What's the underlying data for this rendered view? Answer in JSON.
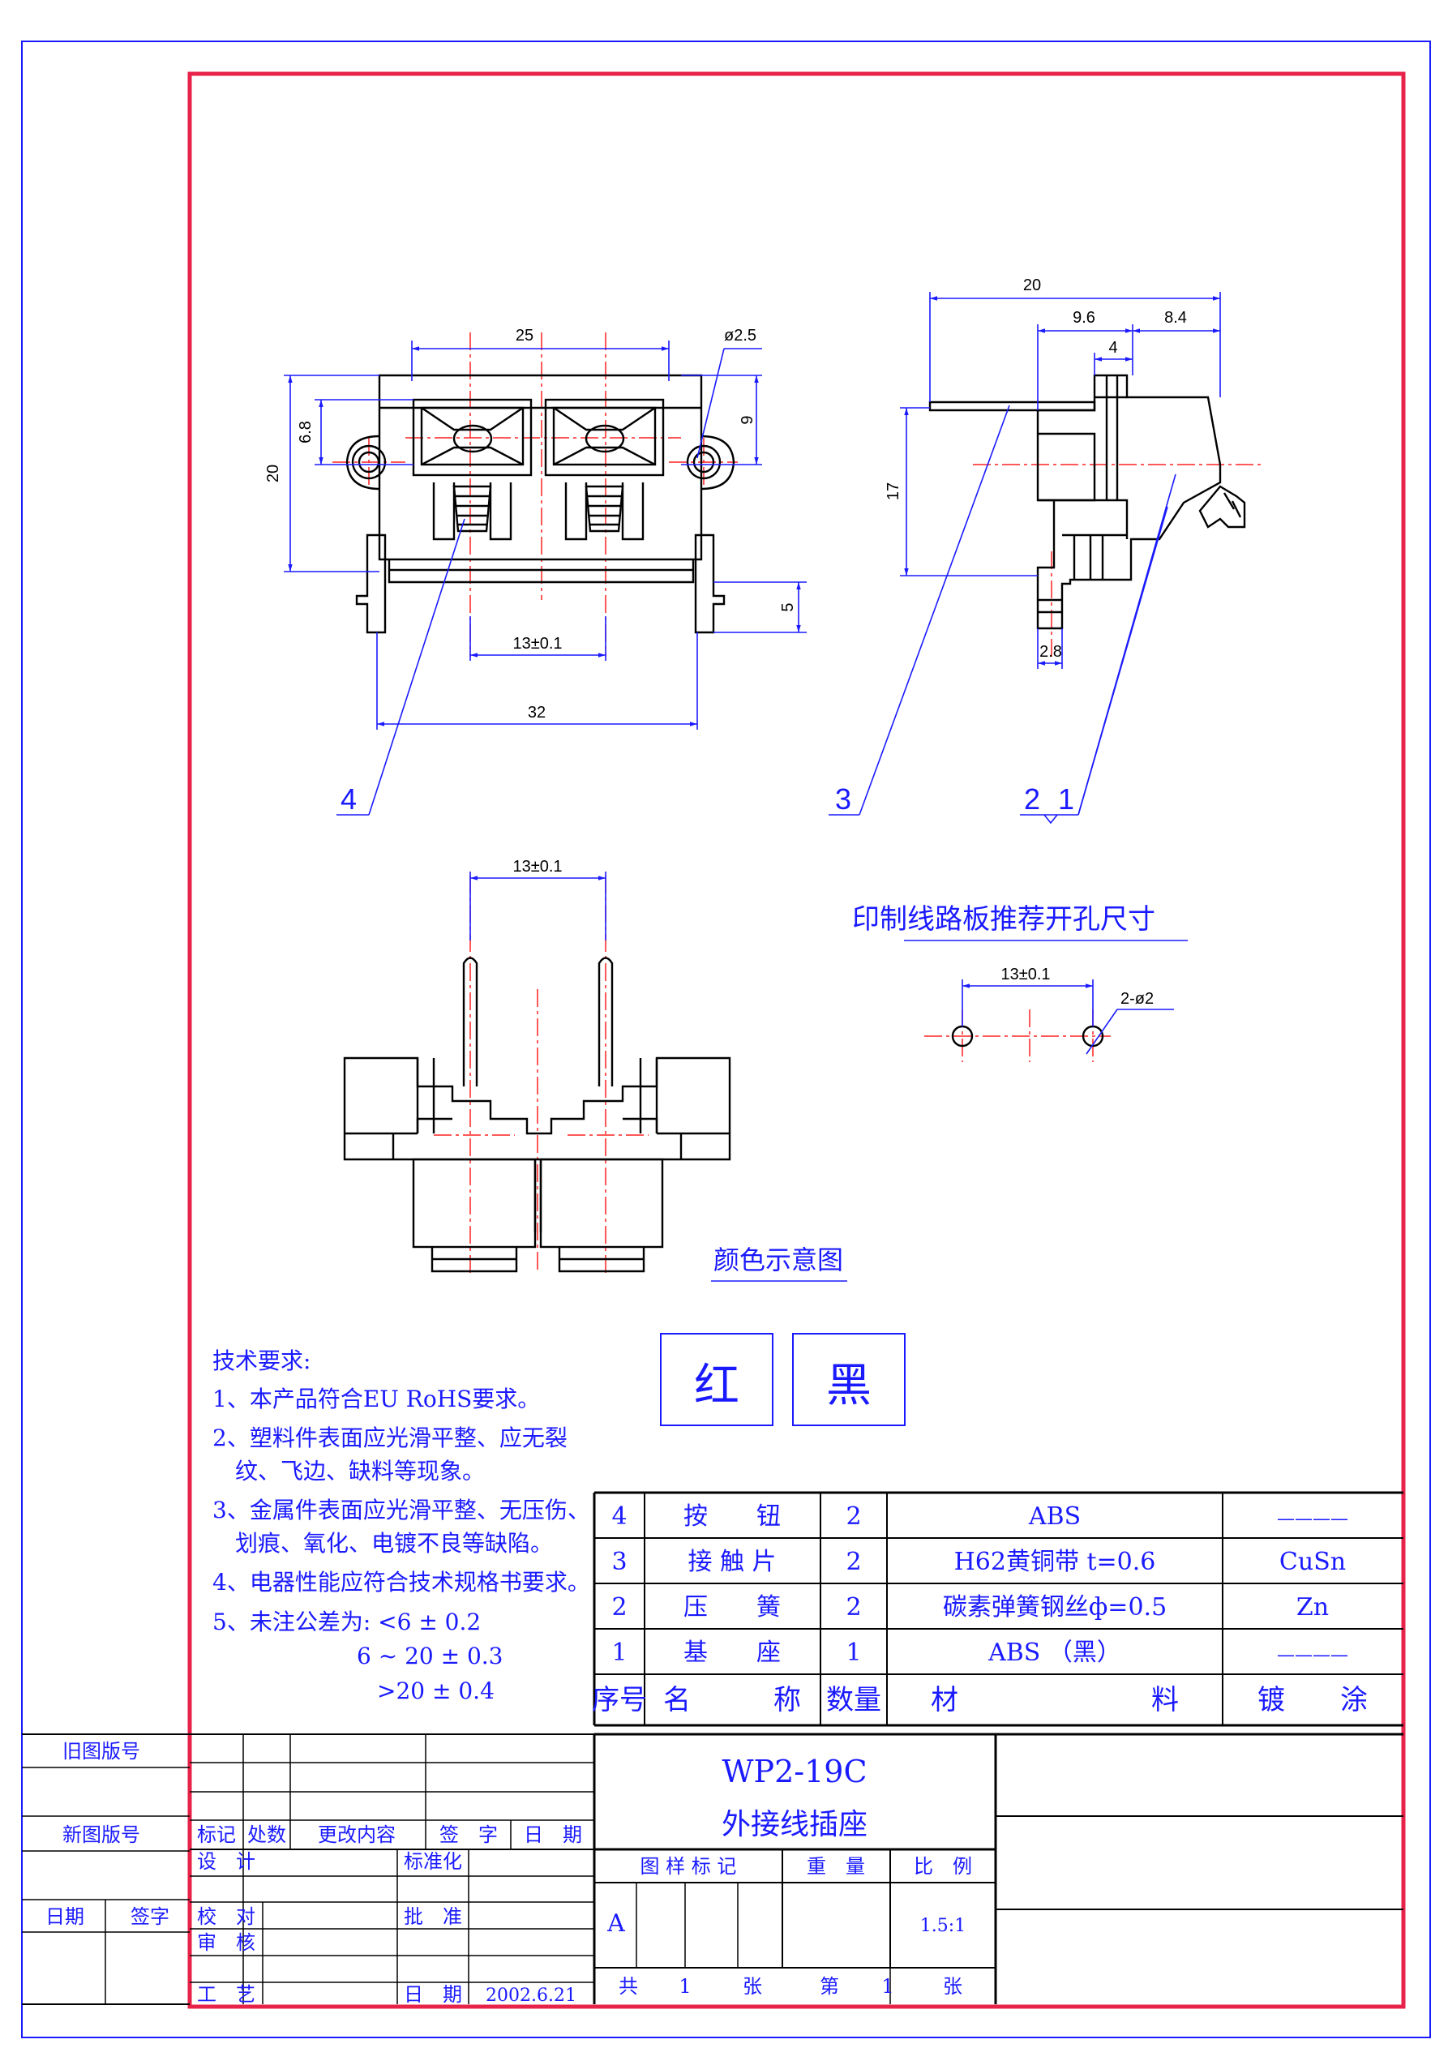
{
  "colors": {
    "outer_frame": "#1a1aff",
    "inner_frame": "#e8234a",
    "drawing_lines": "#000000",
    "centerlines": "#ff2020",
    "text": "#1a1aff"
  },
  "front_view": {
    "dim_width_top": "25",
    "dim_hole": "ø2.5",
    "dim_left_6_8": "6.8",
    "dim_height_20": "20",
    "dim_right_9": "9",
    "dim_right_5": "5",
    "dim_pitch": "13±0.1",
    "dim_width_bottom": "32",
    "callout_4": "4"
  },
  "side_view": {
    "dim_20": "20",
    "dim_9_6": "9.6",
    "dim_8_4": "8.4",
    "dim_4": "4",
    "dim_17": "17",
    "dim_2_8": "2.8",
    "callout_3": "3",
    "callout_2": "2",
    "callout_1": "1"
  },
  "bottom_view": {
    "dim_pitch": "13±0.1"
  },
  "pcb": {
    "title": "印制线路板推荐开孔尺寸",
    "dim_pitch": "13±0.1",
    "dim_holes": "2-ø2"
  },
  "color_legend": {
    "title": "颜色示意图",
    "left": "红",
    "right": "黑"
  },
  "tech_requirements": {
    "title": "技术要求:",
    "lines": [
      "1、本产品符合EU RoHS要求。",
      "2、塑料件表面应光滑平整、应无裂",
      "纹、飞边、缺料等现象。",
      "3、金属件表面应光滑平整、无压伤、",
      "划痕、氧化、电镀不良等缺陷。",
      "4、电器性能应符合技术规格书要求。",
      "5、未注公差为: <6 ± 0.2",
      "6 ~ 20 ± 0.3",
      ">20 ± 0.4"
    ]
  },
  "bom": {
    "header": {
      "no": "序号",
      "name": "名　　　称",
      "qty": "数量",
      "material": "材　　　　　　　料",
      "plating": "镀　　涂"
    },
    "rows": [
      {
        "no": "4",
        "name": "按　　钮",
        "qty": "2",
        "material": "ABS",
        "plating": "————"
      },
      {
        "no": "3",
        "name": "接 触 片",
        "qty": "2",
        "material": "H62黄铜带 t=0.6",
        "plating": "CuSn"
      },
      {
        "no": "2",
        "name": "压　　簧",
        "qty": "2",
        "material": "碳素弹簧钢丝ф=0.5",
        "plating": "Zn"
      },
      {
        "no": "1",
        "name": "基　　座",
        "qty": "1",
        "material": "ABS （黑）",
        "plating": "————"
      }
    ]
  },
  "title_block": {
    "old_version": "旧图版号",
    "new_version": "新图版号",
    "date": "日期",
    "sign": "签字",
    "mark": "标记",
    "count": "处数",
    "change": "更改内容",
    "signature": "签　字",
    "period": "日　期",
    "design": "设　计",
    "check": "校　对",
    "review": "审　核",
    "process": "工　艺",
    "standard": "标准化",
    "approve": "批　准",
    "date_label": "日　期",
    "date_value": "2002.6.21",
    "part_number": "WP2-19C",
    "part_name": "外接线插座",
    "pattern_mark": "图 样 标 记",
    "weight": "重　量",
    "scale_label": "比　例",
    "pattern_value": "A",
    "scale_value": "1.5:1",
    "total": "共",
    "total_num": "1",
    "sheet_unit": "张",
    "sheet_label": "第",
    "sheet_num": "1",
    "sheet_unit2": "张"
  }
}
